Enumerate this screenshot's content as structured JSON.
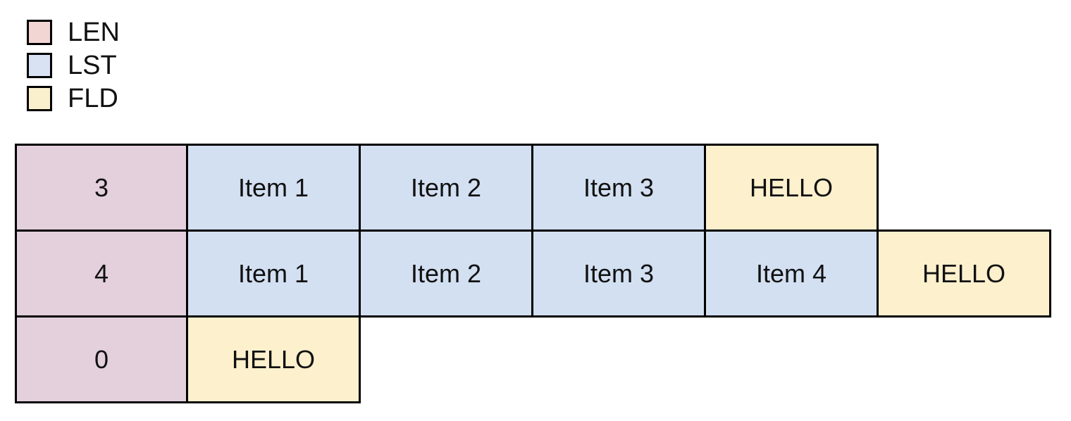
{
  "legend": {
    "items": [
      {
        "label": "LEN",
        "color": "#f2d6d3",
        "swatch_name": "legend-swatch-len"
      },
      {
        "label": "LST",
        "color": "#d8e2f2",
        "swatch_name": "legend-swatch-lst"
      },
      {
        "label": "FLD",
        "color": "#fbf0cd",
        "swatch_name": "legend-swatch-fld"
      }
    ]
  },
  "palette": {
    "len_fill": "#e4d0dd",
    "lst_fill": "#d3e0f2",
    "fld_fill": "#fdf0cd",
    "border": "#000000",
    "text": "#111111",
    "background": "#ffffff"
  },
  "table": {
    "rows": [
      {
        "row_name": "row-len-3",
        "cells": [
          {
            "text": "3",
            "kind": "LEN"
          },
          {
            "text": "Item 1",
            "kind": "LST"
          },
          {
            "text": "Item 2",
            "kind": "LST"
          },
          {
            "text": "Item 3",
            "kind": "LST"
          },
          {
            "text": "HELLO",
            "kind": "FLD"
          }
        ]
      },
      {
        "row_name": "row-len-4",
        "cells": [
          {
            "text": "4",
            "kind": "LEN"
          },
          {
            "text": "Item 1",
            "kind": "LST"
          },
          {
            "text": "Item 2",
            "kind": "LST"
          },
          {
            "text": "Item 3",
            "kind": "LST"
          },
          {
            "text": "Item 4",
            "kind": "LST"
          },
          {
            "text": "HELLO",
            "kind": "FLD"
          }
        ]
      },
      {
        "row_name": "row-len-0",
        "cells": [
          {
            "text": "0",
            "kind": "LEN"
          },
          {
            "text": "HELLO",
            "kind": "FLD"
          }
        ]
      }
    ]
  }
}
